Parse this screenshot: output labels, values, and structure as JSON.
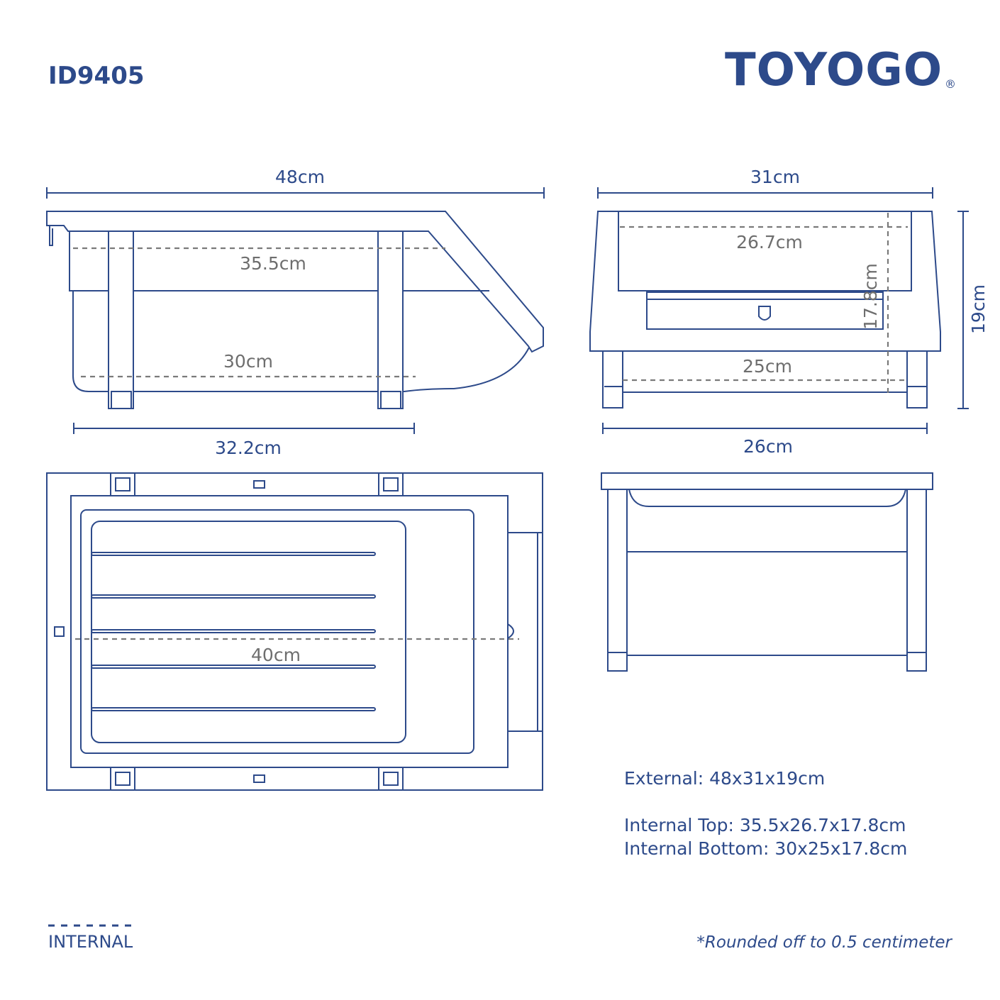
{
  "header": {
    "model_id": "ID9405",
    "brand": "TOYOGO",
    "registered_mark": "®"
  },
  "dimensions": {
    "side_length": "48cm",
    "side_internal_top": "35.5cm",
    "side_internal_bottom": "30cm",
    "side_base": "32.2cm",
    "front_width": "31cm",
    "front_internal_top": "26.7cm",
    "front_internal_height": "17.8cm",
    "front_internal_bottom": "25cm",
    "front_height": "19cm",
    "front_base": "26cm",
    "top_internal_length": "40cm"
  },
  "specs": {
    "external": "External: 48x31x19cm",
    "internal_top": "Internal Top: 35.5x26.7x17.8cm",
    "internal_bottom": "Internal Bottom: 30x25x17.8cm"
  },
  "legend": {
    "internal_label": "INTERNAL"
  },
  "footnote": "*Rounded off to 0.5 centimeter",
  "colors": {
    "primary": "#2d4a8a",
    "internal_dashes": "#7a7a7a",
    "background": "#ffffff"
  }
}
